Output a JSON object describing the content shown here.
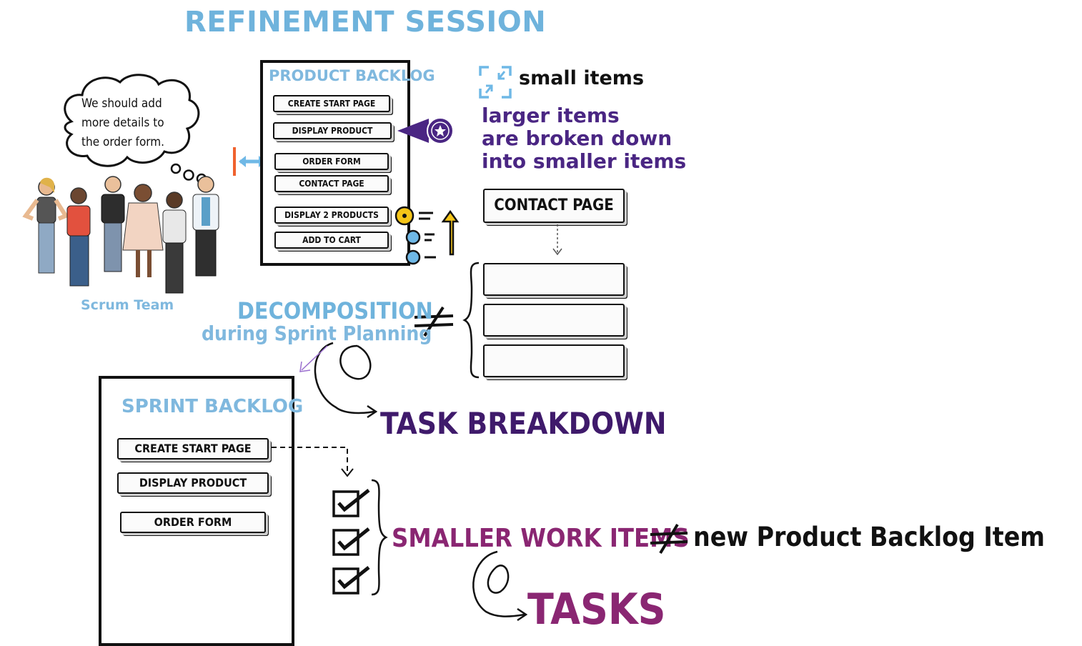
{
  "title": "REFINEMENT SESSION",
  "product_backlog": {
    "title": "PRODUCT BACKLOG",
    "items": [
      "CREATE START PAGE",
      "DISPLAY PRODUCT",
      "ORDER FORM",
      "CONTACT PAGE",
      "DISPLAY 2 PRODUCTS",
      "ADD TO CART"
    ]
  },
  "thought_bubble": {
    "lines": [
      "We should add",
      "more details to",
      "the order form."
    ]
  },
  "scrum_team_label": "Scrum Team",
  "small_items": "small items",
  "larger_items": [
    "larger items",
    "are broken down",
    "into smaller items"
  ],
  "contact_page": "CONTACT PAGE",
  "decomposition": "DECOMPOSITION",
  "during_sprint_planning": "during Sprint Planning",
  "sprint_backlog": {
    "title": "SPRINT BACKLOG",
    "items": [
      "CREATE START PAGE",
      "DISPLAY PRODUCT",
      "ORDER FORM"
    ]
  },
  "task_breakdown": "TASK BREAKDOWN",
  "smaller_work_items": "SMALLER WORK ITEMS",
  "new_pbi": "new Product Backlog Item",
  "tasks": "TASKS",
  "colors": {
    "light_blue": "#6fb3dc",
    "purple": "#4a2683",
    "magenta": "#8a2672",
    "orange": "#f0622e",
    "yellow": "#f5c518"
  }
}
